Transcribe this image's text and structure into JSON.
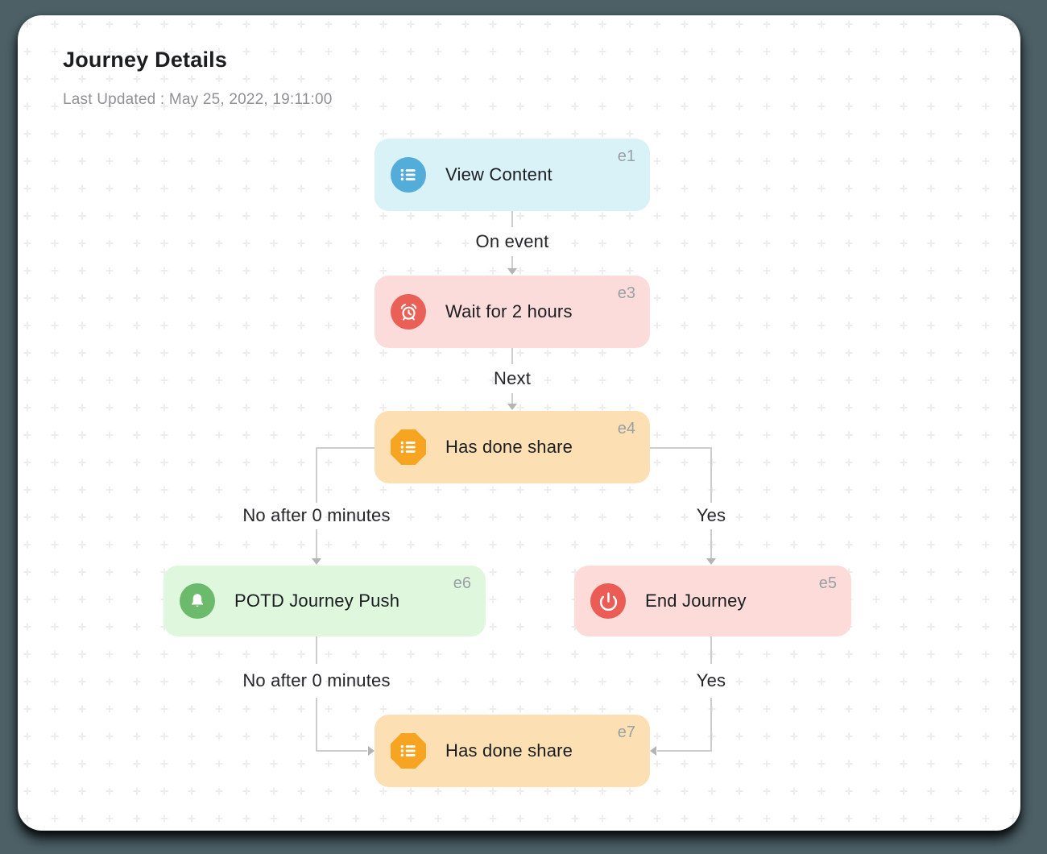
{
  "header": {
    "title": "Journey Details",
    "last_updated": "Last Updated : May 25, 2022, 19:11:00"
  },
  "nodes": [
    {
      "id": "e1",
      "label": "View Content",
      "icon": "list-icon",
      "bg": "#d9f2f8",
      "icon_bg": "#54acd9",
      "icon_shape": "circle"
    },
    {
      "id": "e3",
      "label": "Wait for 2 hours",
      "icon": "alarm-clock-icon",
      "bg": "#fcdcda",
      "icon_bg": "#ea6057",
      "icon_shape": "circle"
    },
    {
      "id": "e4",
      "label": "Has done share",
      "icon": "list-icon",
      "bg": "#fce0b3",
      "icon_bg": "#f6a421",
      "icon_shape": "octagon"
    },
    {
      "id": "e6",
      "label": "POTD Journey Push",
      "icon": "bell-icon",
      "bg": "#def7dd",
      "icon_bg": "#6cbb6c",
      "icon_shape": "circle"
    },
    {
      "id": "e5",
      "label": "End Journey",
      "icon": "power-icon",
      "bg": "#fcdbd9",
      "icon_bg": "#ea5c55",
      "icon_shape": "circle"
    },
    {
      "id": "e7",
      "label": "Has done share",
      "icon": "list-icon",
      "bg": "#fce0b3",
      "icon_bg": "#f6a421",
      "icon_shape": "octagon"
    }
  ],
  "edges": [
    {
      "from": "e1",
      "to": "e3",
      "label": "On event"
    },
    {
      "from": "e3",
      "to": "e4",
      "label": "Next"
    },
    {
      "from": "e4",
      "to": "e6",
      "label": "No after 0 minutes"
    },
    {
      "from": "e4",
      "to": "e5",
      "label": "Yes"
    },
    {
      "from": "e6",
      "to": "e7",
      "label": "No after 0 minutes"
    },
    {
      "from": "e5",
      "to": "e7",
      "label": "Yes"
    }
  ],
  "colors": {
    "page_bg": "#4c6066",
    "card_bg": "#ffffff",
    "pattern_plus": "#ededed",
    "connector_line": "#cdcdcd",
    "arrowhead": "#b4b4b4",
    "title_text": "#1b1d1f",
    "subtitle_text": "#8f9194",
    "node_label_text": "#1b1d21",
    "node_id_text": "#9aa0a5",
    "edge_label_text": "#232529"
  }
}
